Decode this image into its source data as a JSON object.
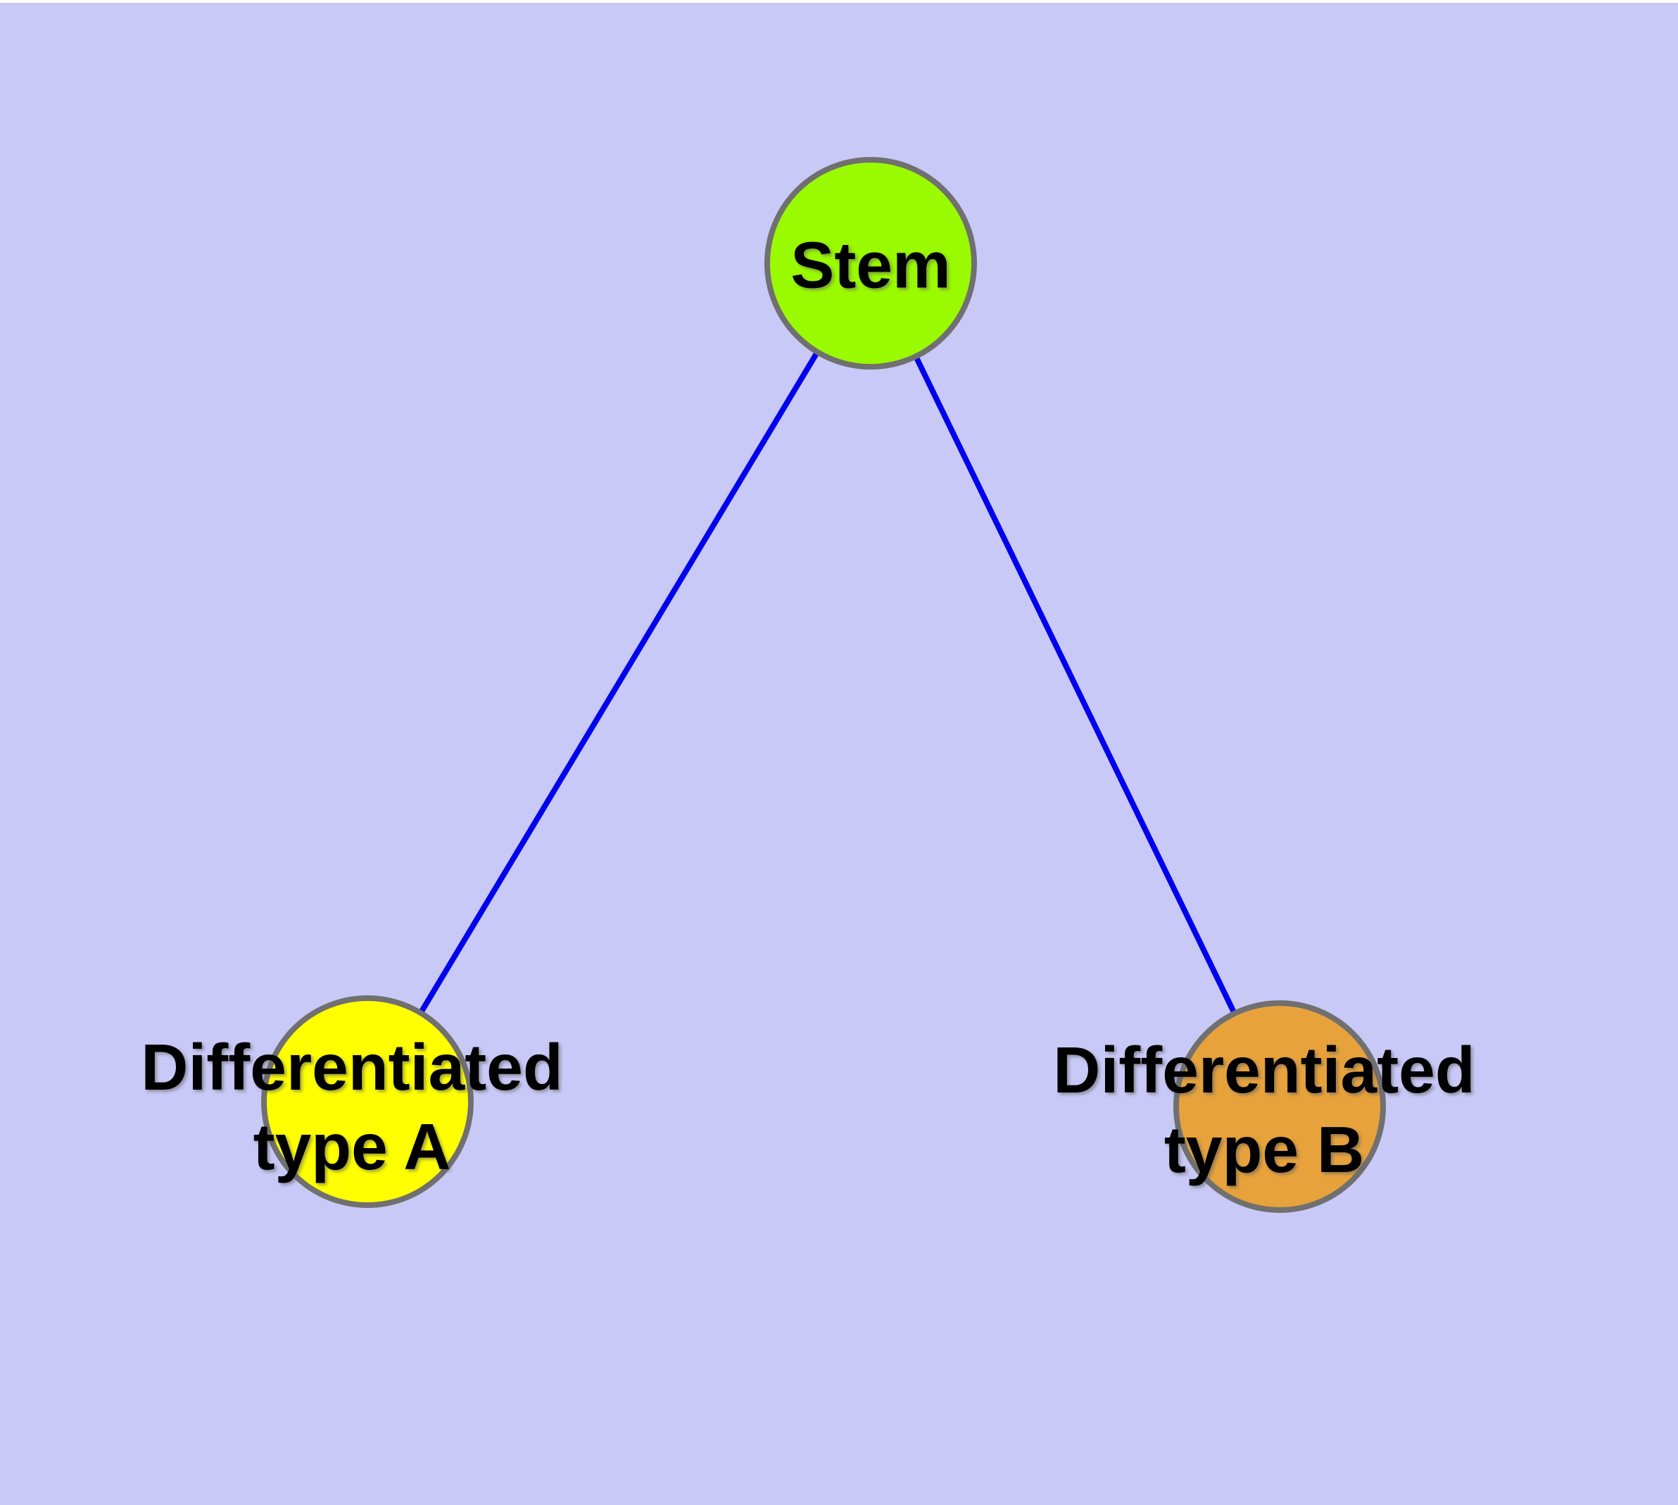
{
  "diagram": {
    "background_color": "#c9c9f8",
    "edge_color": "#0000ee",
    "node_border_color": "#707070",
    "label_color": "#000000",
    "nodes": {
      "stem": {
        "label": "Stem",
        "color": "#9afb00"
      },
      "type_a": {
        "label": "Differentiated type A",
        "label_line1": "Differentiated",
        "label_line2": "type A",
        "color": "#ffff00"
      },
      "type_b": {
        "label": "Differentiated type B",
        "label_line1": "Differentiated",
        "label_line2": "type B",
        "color": "#e8a23b"
      }
    },
    "edges": [
      {
        "from": "Stem",
        "to": "Differentiated type A"
      },
      {
        "from": "Stem",
        "to": "Differentiated type B"
      }
    ]
  }
}
